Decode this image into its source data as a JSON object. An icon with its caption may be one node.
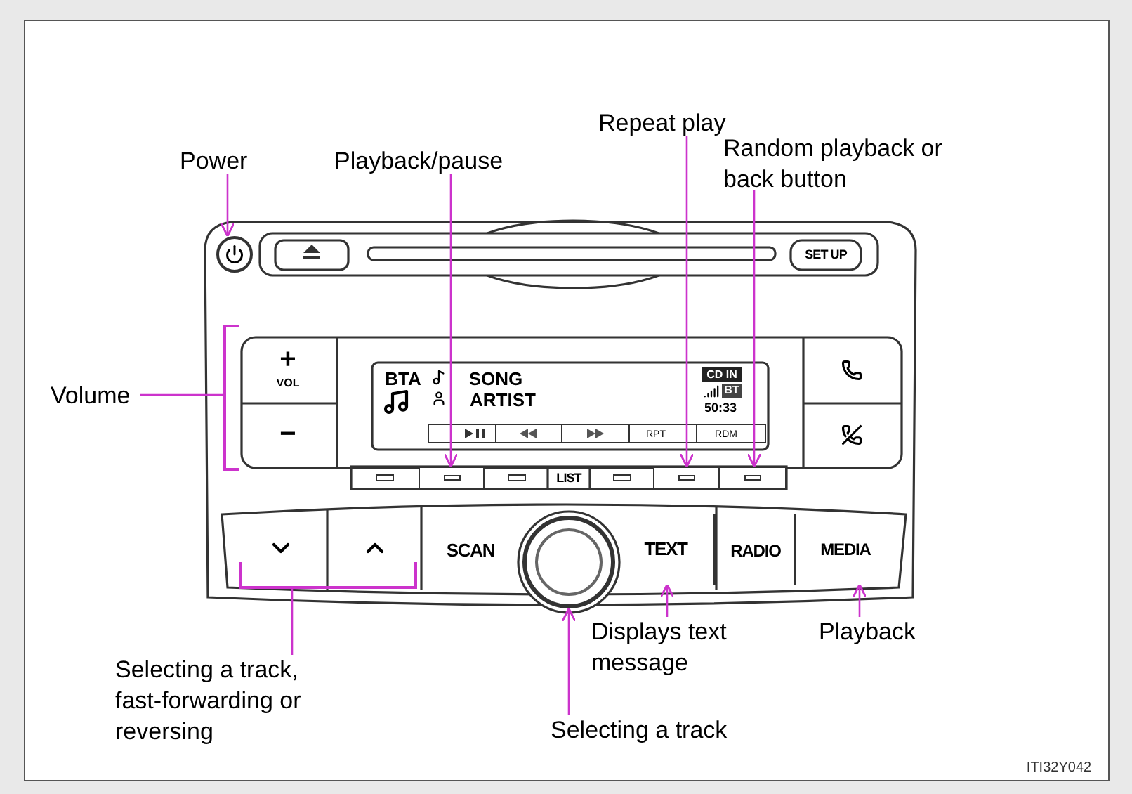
{
  "diagram": {
    "nodes": [
      {
        "text": [
          "Power"
        ]
      },
      {
        "text": [
          "Playback/pause"
        ]
      },
      {
        "text": [
          "Repeat play"
        ]
      },
      {
        "text": [
          "Random playback or back button"
        ]
      },
      {
        "text": [
          "Volume"
        ]
      },
      {
        "text": [
          "Selecting a track, fast-forwarding or reversing"
        ]
      },
      {
        "text": [
          "Displays text message"
        ]
      },
      {
        "text": [
          "Playback"
        ]
      },
      {
        "text": [
          "Selecting a track"
        ]
      },
      {
        "text": [],
        "shape": "circle"
      },
      {
        "text": [],
        "shape": "box"
      },
      {
        "text": [],
        "shape": "box"
      },
      {
        "text": [],
        "shape": "box"
      },
      {
        "text": [
          "TEXT"
        ]
      },
      {
        "text": [
          "MEDIA"
        ]
      },
      {
        "text": [],
        "shape": "circle"
      },
      {
        "text": [],
        "shape": "bracket"
      },
      {
        "text": [],
        "shape": "bracket"
      }
    ],
    "edges": [
      {
        "from": 0,
        "to": 9,
        "arrow": "to"
      },
      {
        "from": 1,
        "to": 10,
        "arrow": "to"
      },
      {
        "from": 2,
        "to": 11,
        "arrow": "to"
      },
      {
        "from": 3,
        "to": 12,
        "arrow": "to"
      },
      {
        "from": 4,
        "to": 16,
        "arrow": "none"
      },
      {
        "from": 5,
        "to": 17,
        "arrow": "none"
      },
      {
        "from": 6,
        "to": 13,
        "arrow": "to"
      },
      {
        "from": 7,
        "to": 14,
        "arrow": "to"
      },
      {
        "from": 8,
        "to": 15,
        "arrow": "to"
      }
    ],
    "labels": [
      "SET UP",
      "+",
      "VOL",
      "−",
      "BTA",
      "SONG",
      "ARTIST",
      "CD IN",
      "BT",
      "50:33",
      "RPT",
      "RDM",
      "LIST",
      "SCAN",
      "RADIO",
      "ITI32Y042"
    ]
  }
}
